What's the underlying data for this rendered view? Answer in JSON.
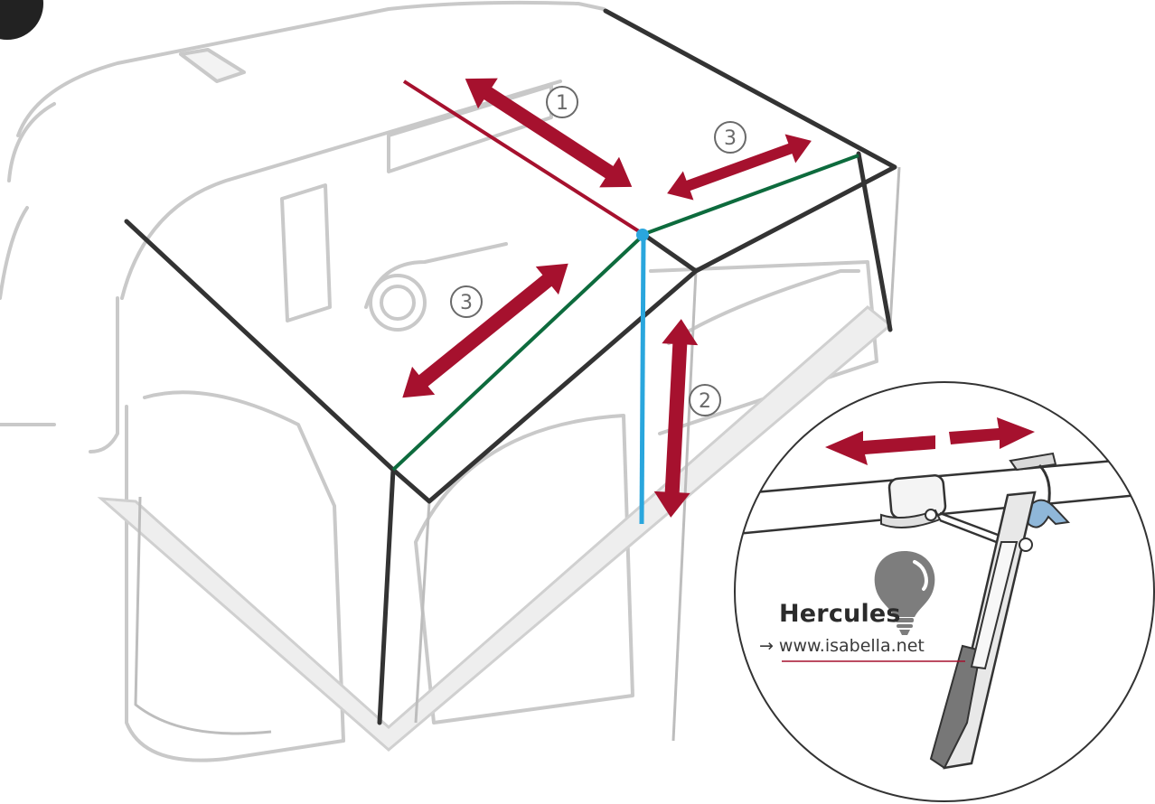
{
  "callouts": {
    "one": "1",
    "two": "2",
    "three_top": "3",
    "three_side": "3"
  },
  "inset": {
    "product_name": "Hercules",
    "link_arrow": "→",
    "link_text": "www.isabella.net"
  },
  "colors": {
    "arrow_red": "#a6112e",
    "pole_dark": "#333333",
    "pole_red": "#a6112e",
    "pole_green": "#0d6b3d",
    "pole_blue": "#2aa6dd",
    "caravan_outline": "#c8c8c8"
  },
  "icons": {
    "lightbulb": "lightbulb-icon"
  }
}
